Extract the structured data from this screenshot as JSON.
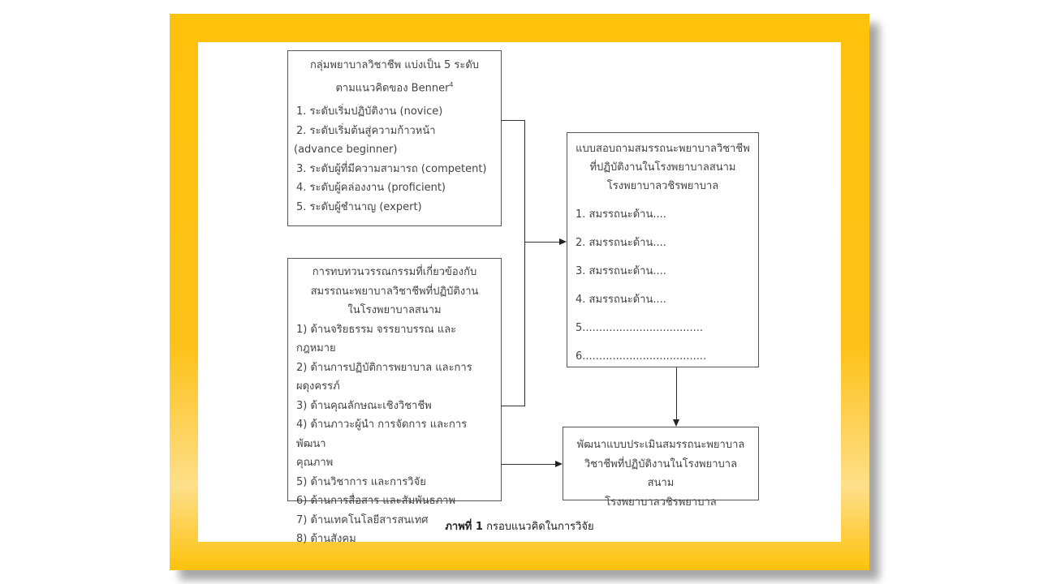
{
  "box_levels": {
    "title_lines": [
      "กลุ่มพยาบาลวิชาชีพ แบ่งเป็น 5 ระดับ",
      "ตามแนวคิดของ Benner"
    ],
    "title_superscript": "4",
    "items": [
      "1. ระดับเริ่มปฏิบัติงาน (novice)",
      "2. ระดับเริ่มต้นสู่ความก้าวหน้า",
      "(advance beginner)",
      "3. ระดับผู้ที่มีความสามารถ (competent)",
      "4. ระดับผู้คล่องงาน (proficient)",
      "5. ระดับผู้ชำนาญ (expert)"
    ]
  },
  "box_literature": {
    "title_lines": [
      "การทบทวนวรรณกรรมที่เกี่ยวข้องกับ",
      "สมรรถนะพยาบาลวิชาชีพที่ปฏิบัติงาน",
      "ในโรงพยาบาลสนาม"
    ],
    "items": [
      "1) ด้านจริยธรรม จรรยาบรรณ และกฎหมาย",
      "2) ด้านการปฏิบัติการพยาบาล และการผดุงครรภ์",
      "3) ด้านคุณลักษณะเชิงวิชาชีพ",
      "4) ด้านภาวะผู้นำ การจัดการ และการพัฒนา",
      "คุณภาพ",
      "5) ด้านวิชาการ และการวิจัย",
      "6) ด้านการสื่อสาร และสัมพันธภาพ",
      "7) ด้านเทคโนโลยีสารสนเทศ",
      "8) ด้านสังคม"
    ]
  },
  "box_questionnaire": {
    "title_lines": [
      "แบบสอบถามสมรรถนะพยาบาลวิชาชีพ",
      "ที่ปฏิบัติงานในโรงพยาบาลสนาม",
      "โรงพยาบาลวชิรพยาบาล"
    ],
    "items": [
      "1. สมรรถนะด้าน....",
      "2. สมรรถนะด้าน....",
      "3. สมรรถนะด้าน....",
      "4. สมรรถนะด้าน....",
      "5....................................",
      "6....................................."
    ]
  },
  "box_result": {
    "lines": [
      "พัฒนาแบบประเมินสมรรถนะพยาบาล",
      "วิชาชีพที่ปฏิบัติงานในโรงพยาบาลสนาม",
      "โรงพยาบาลวชิรพยาบาล"
    ]
  },
  "caption": {
    "label": "ภาพที่ 1",
    "text": "กรอบแนวคิดในการวิจัย"
  }
}
